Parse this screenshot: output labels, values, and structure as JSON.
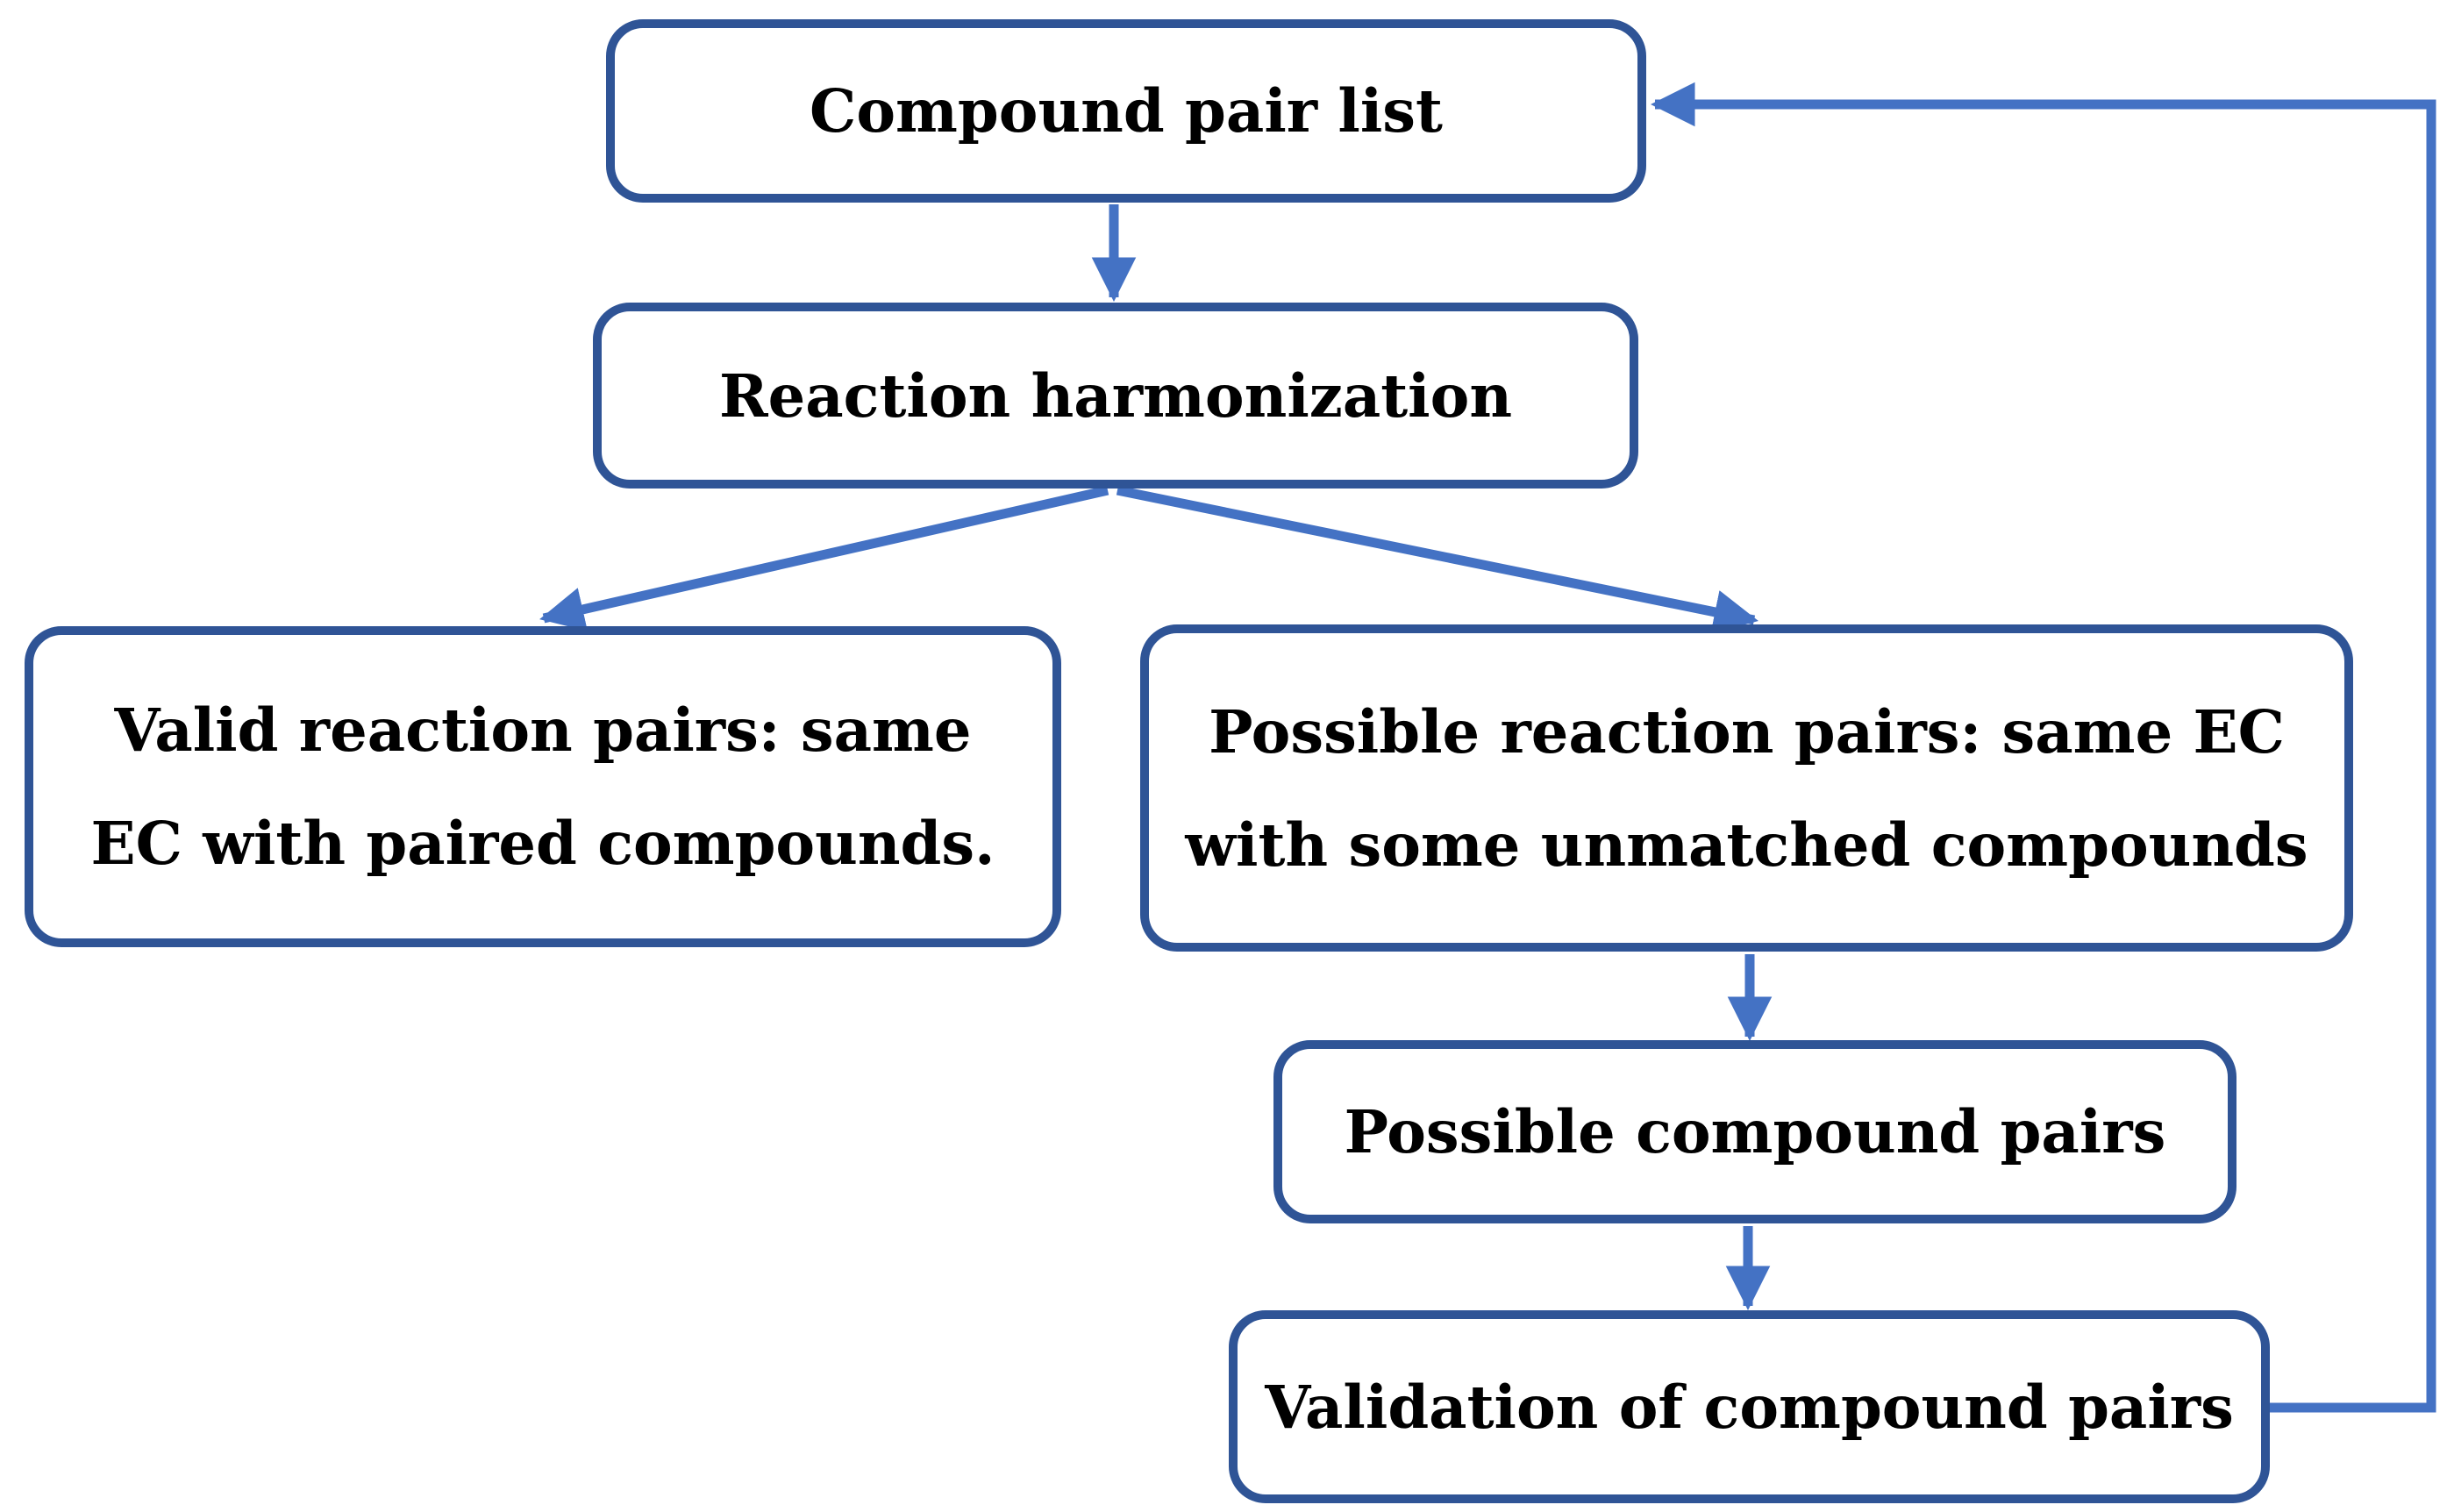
{
  "figure": {
    "type": "flowchart",
    "background": "#FFFFFF",
    "colors": {
      "node_border": "#2F5496",
      "node_fill": "#FFFFFF",
      "arrow": "#4472C4",
      "text": "#000000"
    },
    "nodes": {
      "compound_pair_list": {
        "lines": [
          "Compound pair list"
        ]
      },
      "reaction_harmonization": {
        "lines": [
          "Reaction harmonization"
        ]
      },
      "valid_reaction_pairs": {
        "lines": [
          "Valid reaction pairs: same",
          "EC with paired compounds."
        ]
      },
      "possible_reaction_pairs": {
        "lines": [
          "Possible reaction pairs: same EC",
          "with some unmatched compounds"
        ]
      },
      "possible_compound_pairs": {
        "lines": [
          "Possible compound pairs"
        ]
      },
      "validation_compound_pairs": {
        "lines": [
          "Validation of compound pairs"
        ]
      }
    },
    "edges": [
      {
        "from": "compound_pair_list",
        "to": "reaction_harmonization",
        "style": "straight-down-arrow"
      },
      {
        "from": "reaction_harmonization",
        "to": "valid_reaction_pairs",
        "style": "diagonal-arrow"
      },
      {
        "from": "reaction_harmonization",
        "to": "possible_reaction_pairs",
        "style": "diagonal-arrow"
      },
      {
        "from": "possible_reaction_pairs",
        "to": "possible_compound_pairs",
        "style": "straight-down-arrow"
      },
      {
        "from": "possible_compound_pairs",
        "to": "validation_compound_pairs",
        "style": "straight-down-arrow"
      },
      {
        "from": "validation_compound_pairs",
        "to": "compound_pair_list",
        "style": "elbow-feedback-arrow"
      }
    ]
  }
}
